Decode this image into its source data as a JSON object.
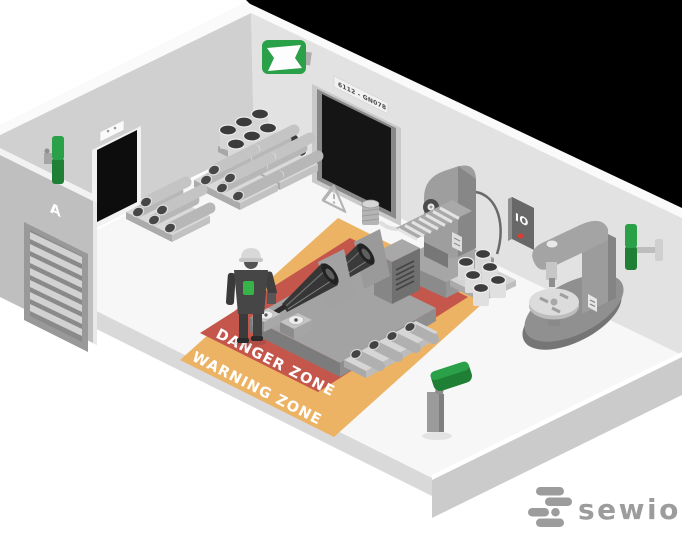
{
  "scene": {
    "backdrop_color": "#000000",
    "floor_color": "#f7f7f7",
    "left_wall_color": "#d0d0d0",
    "right_wall_color": "#e2e2e2"
  },
  "zones": {
    "warning": {
      "label": "WARNING ZONE",
      "color": "#ecb364",
      "label_color": "#ffffff"
    },
    "danger": {
      "label": "DANGER ZONE",
      "color": "#c4564c",
      "label_color": "#ffffff"
    }
  },
  "signs": {
    "dock_door_letter": "A",
    "overhead_door_plate": "6112 - GN078",
    "io_module": "IO",
    "io_indicator_color": "#e03a2e"
  },
  "rtls": {
    "anchor_color": "#2aa148",
    "anchor_color_dark": "#1f7f35",
    "worker_tag_color": "#37b34a",
    "anchors": [
      "ceiling-corner-anchor",
      "dock-wall-anchor",
      "right-wall-anchor",
      "floor-pole-anchor"
    ]
  },
  "brand": {
    "logo_text": "sewio",
    "logo_color": "#9c9c9c"
  }
}
